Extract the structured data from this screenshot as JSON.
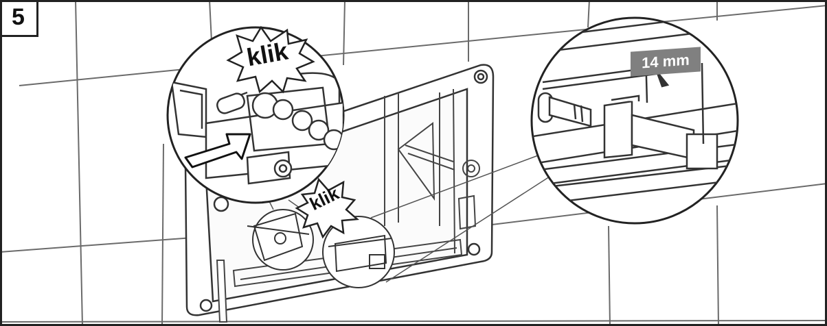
{
  "step": {
    "number": "5"
  },
  "callouts": {
    "klik_top": "klik",
    "klik_bottom": "klik",
    "dimension": "14 mm"
  },
  "colors": {
    "line": "#5a5a5a",
    "dark": "#222222",
    "label_bg": "#808080",
    "label_text": "#ffffff"
  }
}
